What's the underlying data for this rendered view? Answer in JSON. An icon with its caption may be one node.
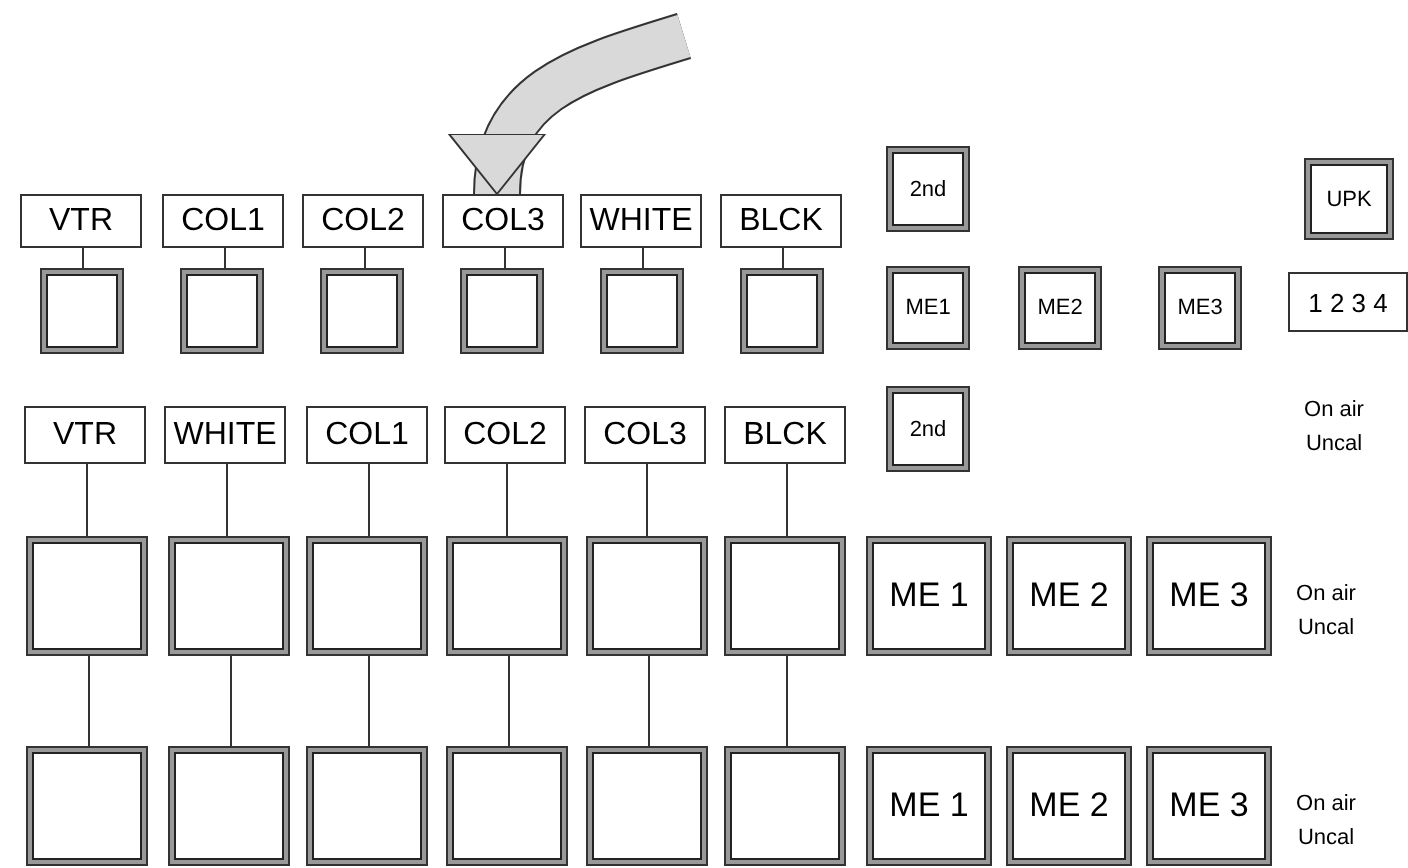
{
  "diagram": {
    "nodes": [
      {
        "text": [
          "VTR"
        ]
      },
      {
        "text": [
          "COL1"
        ]
      },
      {
        "text": [
          "COL2"
        ]
      },
      {
        "text": [
          "COL3"
        ]
      },
      {
        "text": [
          "WHITE"
        ]
      },
      {
        "text": [
          "BLCK"
        ]
      },
      {
        "text": [
          "2nd"
        ]
      },
      {
        "text": [
          "UPK"
        ]
      },
      {
        "text": [],
        "shape": "box"
      },
      {
        "text": [],
        "shape": "box"
      },
      {
        "text": [],
        "shape": "box"
      },
      {
        "text": [],
        "shape": "box"
      },
      {
        "text": [],
        "shape": "box"
      },
      {
        "text": [],
        "shape": "box"
      },
      {
        "text": [
          "ME1"
        ]
      },
      {
        "text": [
          "ME2"
        ]
      },
      {
        "text": [
          "ME3"
        ]
      },
      {
        "text": [
          "1 2 3 4"
        ]
      },
      {
        "text": [
          "VTR"
        ]
      },
      {
        "text": [
          "WHITE"
        ]
      },
      {
        "text": [
          "COL1"
        ]
      },
      {
        "text": [
          "COL2"
        ]
      },
      {
        "text": [
          "COL3"
        ]
      },
      {
        "text": [
          "BLCK"
        ]
      },
      {
        "text": [
          "2nd"
        ]
      },
      {
        "text": [],
        "shape": "box"
      },
      {
        "text": [],
        "shape": "box"
      },
      {
        "text": [],
        "shape": "box"
      },
      {
        "text": [],
        "shape": "box"
      },
      {
        "text": [],
        "shape": "box"
      },
      {
        "text": [],
        "shape": "box"
      },
      {
        "text": [
          "ME 1"
        ]
      },
      {
        "text": [
          "ME 2"
        ]
      },
      {
        "text": [
          "ME 3"
        ]
      },
      {
        "text": [],
        "shape": "box"
      },
      {
        "text": [],
        "shape": "box"
      },
      {
        "text": [],
        "shape": "box"
      },
      {
        "text": [],
        "shape": "box"
      },
      {
        "text": [],
        "shape": "box"
      },
      {
        "text": [],
        "shape": "box"
      },
      {
        "text": [
          "ME 1"
        ]
      },
      {
        "text": [
          "ME 2"
        ]
      },
      {
        "text": [
          "ME 3"
        ]
      }
    ],
    "edges": [
      {
        "from": null,
        "to": 3,
        "arrow": "to",
        "style": "thick",
        "color": "#d9d9d9"
      },
      {
        "from": 0,
        "to": 8,
        "arrow": "none"
      },
      {
        "from": 1,
        "to": 9,
        "arrow": "none"
      },
      {
        "from": 2,
        "to": 10,
        "arrow": "none"
      },
      {
        "from": 3,
        "to": 11,
        "arrow": "none"
      },
      {
        "from": 4,
        "to": 12,
        "arrow": "none"
      },
      {
        "from": 5,
        "to": 13,
        "arrow": "none"
      },
      {
        "from": 18,
        "to": 25,
        "arrow": "none"
      },
      {
        "from": 19,
        "to": 26,
        "arrow": "none"
      },
      {
        "from": 20,
        "to": 27,
        "arrow": "none"
      },
      {
        "from": 21,
        "to": 28,
        "arrow": "none"
      },
      {
        "from": 22,
        "to": 29,
        "arrow": "none"
      },
      {
        "from": 23,
        "to": 30,
        "arrow": "none"
      },
      {
        "from": 25,
        "to": 34,
        "arrow": "none"
      },
      {
        "from": 26,
        "to": 35,
        "arrow": "none"
      },
      {
        "from": 27,
        "to": 36,
        "arrow": "none"
      },
      {
        "from": 28,
        "to": 37,
        "arrow": "none"
      },
      {
        "from": 29,
        "to": 38,
        "arrow": "none"
      },
      {
        "from": 30,
        "to": 39,
        "arrow": "none"
      }
    ],
    "labels": [
      "On air Uncal",
      "On air Uncal",
      "On air Uncal"
    ]
  }
}
